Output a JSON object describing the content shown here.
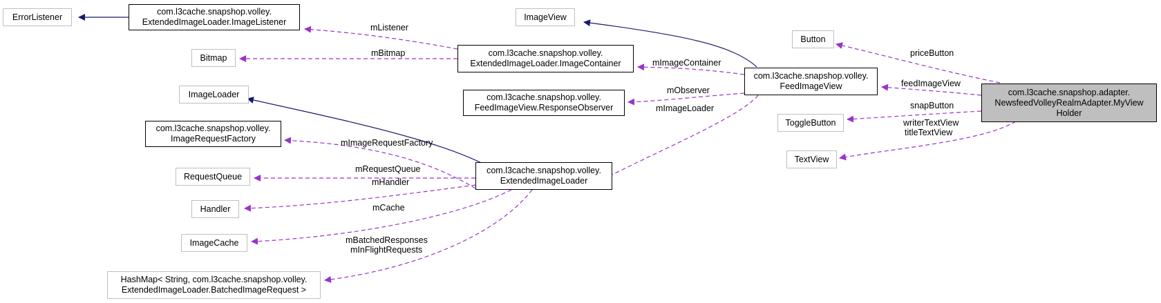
{
  "colors": {
    "inheritance": "#191970",
    "usage": "#9a32cd",
    "external_border": "#bfbfbf",
    "focus_fill": "#bfbfbf"
  },
  "nodes": {
    "error_listener": {
      "lines": [
        "ErrorListener"
      ]
    },
    "image_listener": {
      "lines": [
        "com.l3cache.snapshop.volley.",
        "ExtendedImageLoader.ImageListener"
      ]
    },
    "bitmap": {
      "lines": [
        "Bitmap"
      ]
    },
    "image_loader": {
      "lines": [
        "ImageLoader"
      ]
    },
    "image_request_factory": {
      "lines": [
        "com.l3cache.snapshop.volley.",
        "ImageRequestFactory"
      ]
    },
    "request_queue": {
      "lines": [
        "RequestQueue"
      ]
    },
    "handler": {
      "lines": [
        "Handler"
      ]
    },
    "image_cache": {
      "lines": [
        "ImageCache"
      ]
    },
    "hashmap": {
      "lines": [
        "HashMap< String, com.l3cache.snapshop.volley.",
        "ExtendedImageLoader.BatchedImageRequest >"
      ]
    },
    "image_view": {
      "lines": [
        "ImageView"
      ]
    },
    "image_container": {
      "lines": [
        "com.l3cache.snapshop.volley.",
        "ExtendedImageLoader.ImageContainer"
      ]
    },
    "response_observer": {
      "lines": [
        "com.l3cache.snapshop.volley.",
        "FeedImageView.ResponseObserver"
      ]
    },
    "extended_image_loader": {
      "lines": [
        "com.l3cache.snapshop.volley.",
        "ExtendedImageLoader"
      ]
    },
    "feed_image_view": {
      "lines": [
        "com.l3cache.snapshop.volley.",
        "FeedImageView"
      ]
    },
    "button": {
      "lines": [
        "Button"
      ]
    },
    "toggle_button": {
      "lines": [
        "ToggleButton"
      ]
    },
    "text_view": {
      "lines": [
        "TextView"
      ]
    },
    "my_view_holder": {
      "lines": [
        "com.l3cache.snapshop.adapter.",
        "NewsfeedVolleyRealmAdapter.MyView",
        "Holder"
      ]
    }
  },
  "edge_labels": {
    "m_listener": "mListener",
    "m_bitmap": "mBitmap",
    "m_image_container": "mImageContainer",
    "m_observer": "mObserver",
    "m_image_loader": "mImageLoader",
    "m_image_request_factory": "mImageRequestFactory",
    "m_request_queue": "mRequestQueue",
    "m_handler": "mHandler",
    "m_cache": "mCache",
    "m_batched_responses": "mBatchedResponses",
    "m_in_flight_requests": "mInFlightRequests",
    "price_button": "priceButton",
    "feed_image_view": "feedImageView",
    "snap_button": "snapButton",
    "writer_text_view": "writerTextView",
    "title_text_view": "titleTextView"
  }
}
